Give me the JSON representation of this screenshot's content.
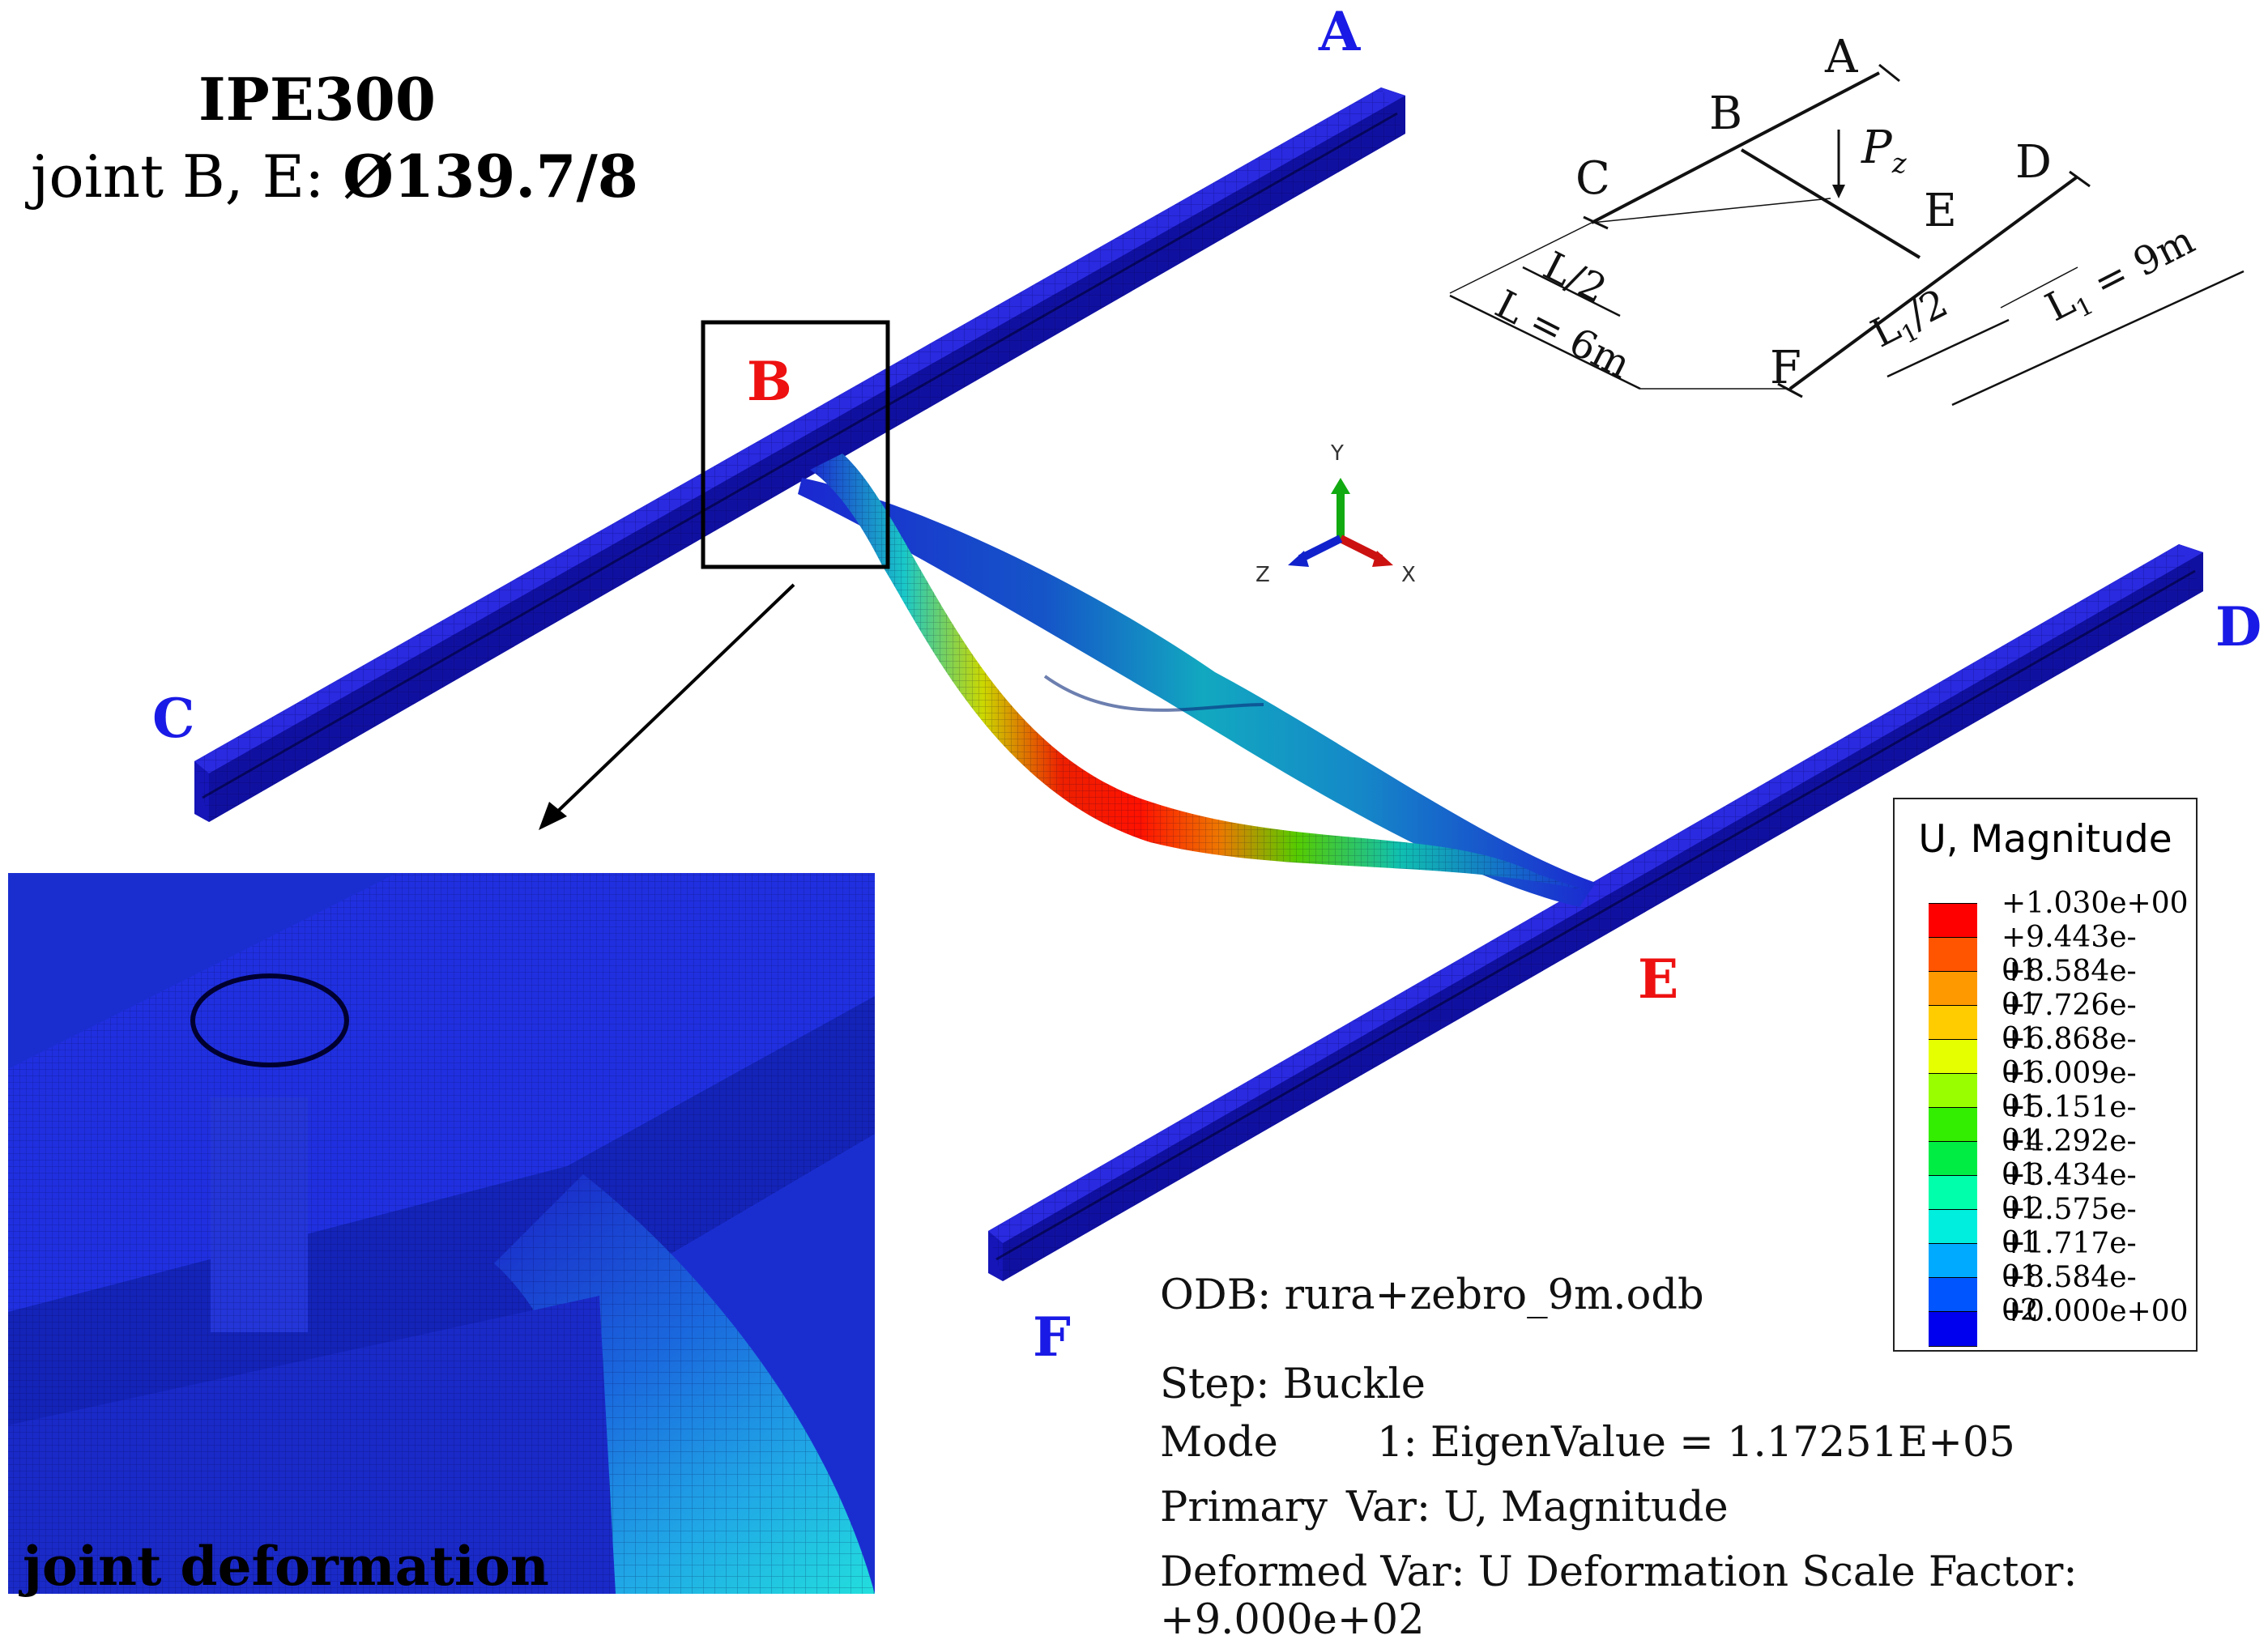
{
  "header": {
    "section": "IPE300",
    "joint_prefix": "joint B, E: ",
    "joint_value": "Ø139.7/8"
  },
  "points": {
    "A": "A",
    "B": "B",
    "C": "C",
    "D": "D",
    "E": "E",
    "F": "F"
  },
  "inset": {
    "caption": "joint deformation"
  },
  "schematic": {
    "A": "A",
    "B": "B",
    "C": "C",
    "D": "D",
    "E": "E",
    "F": "F",
    "load": "P",
    "load_sub": "z",
    "half_L": "L/2",
    "L": "L = 6m",
    "half_L1_main": "L",
    "half_L1_sub": "1",
    "half_L1_tail": "/2",
    "L1_main": "L",
    "L1_sub": "1",
    "L1_tail": " = 9m"
  },
  "triad": {
    "y": "Y",
    "z": "Z",
    "x": "X"
  },
  "legend": {
    "title": "U, Magnitude",
    "entries": [
      {
        "value": "+1.030e+00",
        "color": "#ff0000"
      },
      {
        "value": "+9.443e-01",
        "color": "#ff5500"
      },
      {
        "value": "+8.584e-01",
        "color": "#ff9900"
      },
      {
        "value": "+7.726e-01",
        "color": "#ffcc00"
      },
      {
        "value": "+6.868e-01",
        "color": "#e6ff00"
      },
      {
        "value": "+6.009e-01",
        "color": "#99ff00"
      },
      {
        "value": "+5.151e-01",
        "color": "#33ee00"
      },
      {
        "value": "+4.292e-01",
        "color": "#00ee44"
      },
      {
        "value": "+3.434e-01",
        "color": "#00ffaa"
      },
      {
        "value": "+2.575e-01",
        "color": "#00eedd"
      },
      {
        "value": "+1.717e-01",
        "color": "#00aaff"
      },
      {
        "value": "+8.584e-02",
        "color": "#0055ff"
      },
      {
        "value": "+0.000e+00",
        "color": "#0000ee"
      }
    ]
  },
  "info": {
    "odb": "ODB: rura+zebro_9m.odb",
    "step": "Step: Buckle",
    "mode_label": "Mode",
    "mode_value": "1: EigenValue = 1.17251E+05",
    "primary_label": "Primary",
    "primary_value": "Var: U, Magnitude",
    "deformed": "Deformed Var: U  Deformation Scale Factor: +9.000e+02"
  }
}
